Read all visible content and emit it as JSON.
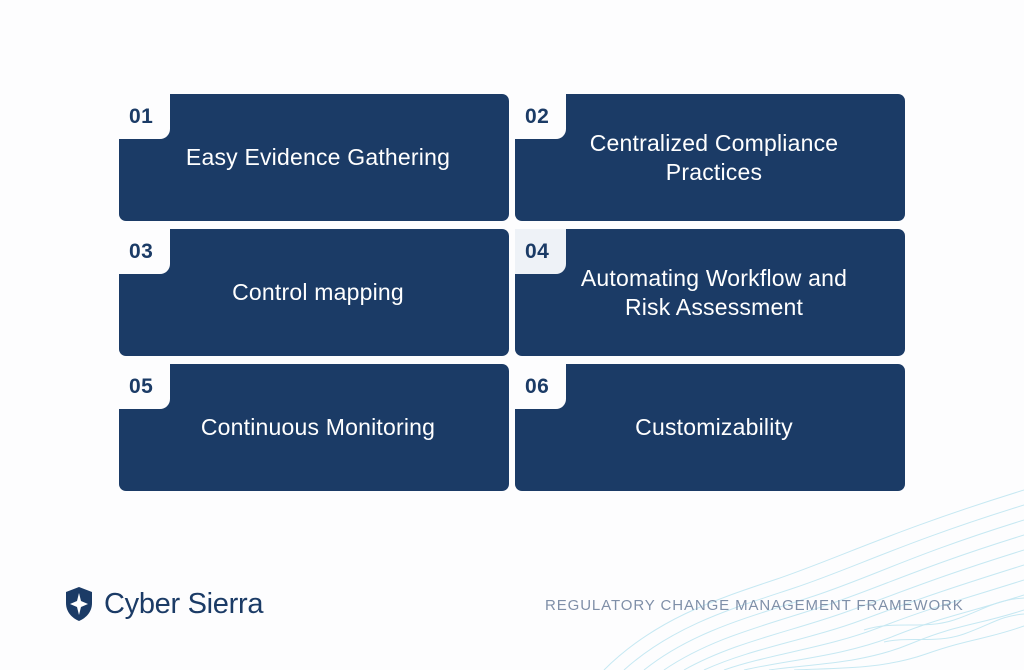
{
  "cards": [
    {
      "number": "01",
      "label": "Easy Evidence Gathering"
    },
    {
      "number": "02",
      "label": "Centralized Compliance Practices"
    },
    {
      "number": "03",
      "label": "Control mapping"
    },
    {
      "number": "04",
      "label": "Automating Workflow and Risk Assessment"
    },
    {
      "number": "05",
      "label": "Continuous Monitoring"
    },
    {
      "number": "06",
      "label": "Customizability"
    }
  ],
  "logo": {
    "text": "Cyber Sierra",
    "icon": "shield-star-icon"
  },
  "footer": {
    "title": "REGULATORY CHANGE MANAGEMENT FRAMEWORK"
  },
  "colors": {
    "card_bg": "#1b3b66",
    "card_text": "#ffffff",
    "accent_text": "#1b3b66",
    "footer_text": "#7f8fa8",
    "wave_lines": "#8fd3e8"
  }
}
